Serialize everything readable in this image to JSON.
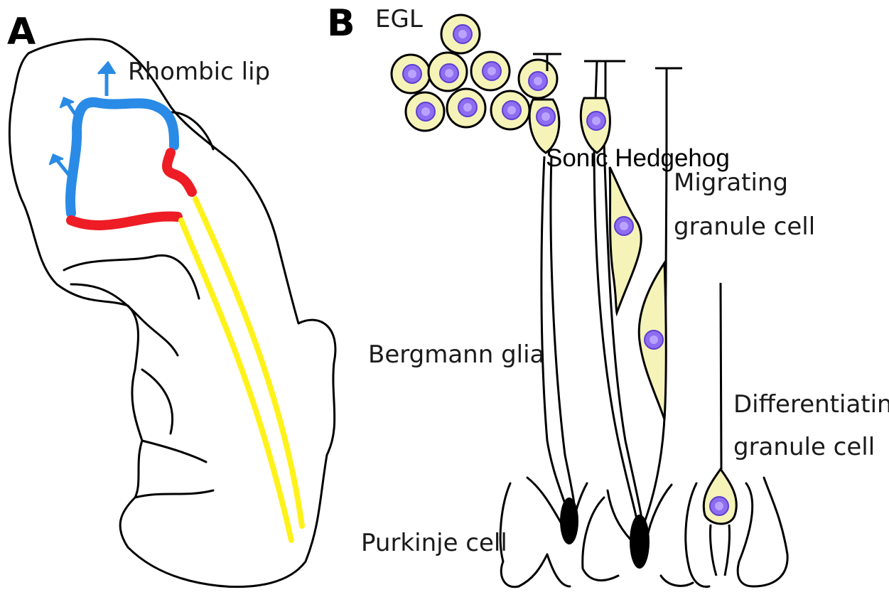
{
  "panels": {
    "a": {
      "letter": "A",
      "rhombic_lip_label": "Rhombic lip",
      "colors": {
        "blue": "#2a8be6",
        "red": "#ee1c25",
        "yellow": "#fff21a"
      }
    },
    "b": {
      "letter": "B",
      "egl_label": "EGL",
      "migrating_label_line1": "Migrating",
      "migrating_label_line2": "granule cell",
      "bergmann_label": "Bergmann glia",
      "differentiating_label_line1": "Differentiating",
      "differentiating_label_line2": "granule cell",
      "purkinje_label": "Purkinje cell",
      "colors": {
        "cell_fill": "#f6f3b8",
        "nucleus": "#8f6cf0"
      }
    }
  },
  "overlay": {
    "text": "Sonic Hedgehog"
  }
}
